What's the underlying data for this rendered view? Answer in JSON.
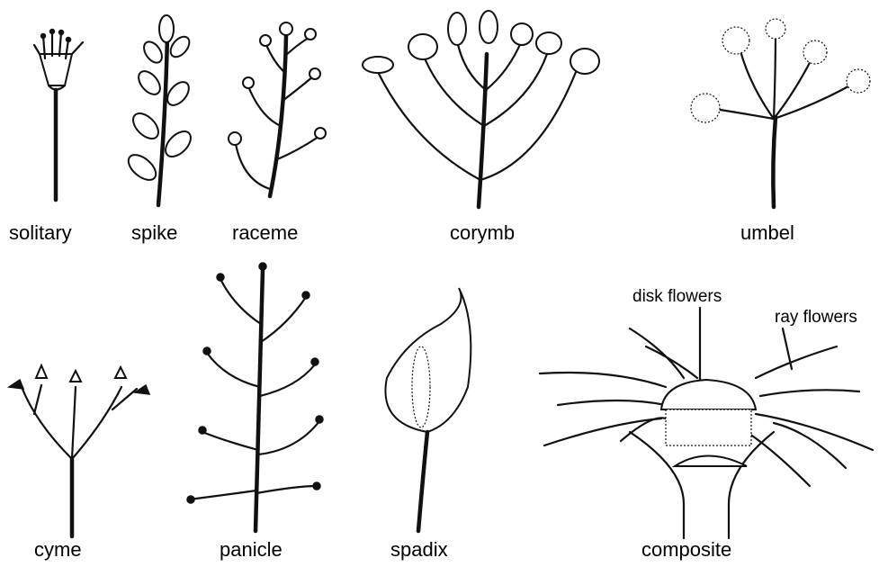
{
  "labels": {
    "solitary": "solitary",
    "spike": "spike",
    "raceme": "raceme",
    "corymb": "corymb",
    "umbel": "umbel",
    "cyme": "cyme",
    "panicle": "panicle",
    "spadix": "spadix",
    "composite": "composite"
  },
  "annotations": {
    "disk_flowers": "disk flowers",
    "ray_flowers": "ray flowers"
  }
}
